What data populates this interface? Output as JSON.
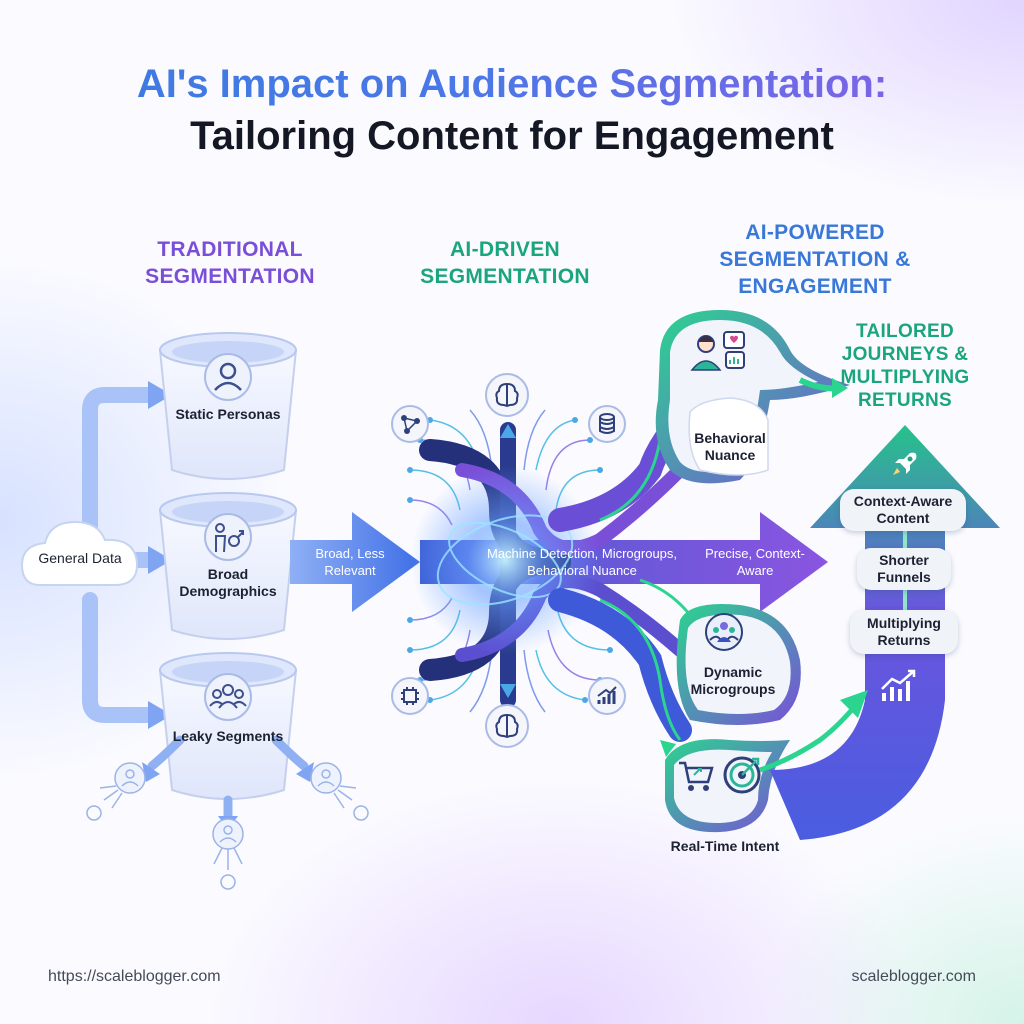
{
  "title": {
    "line1": "AI's Impact on Audience Segmentation:",
    "line2": "Tailoring Content for Engagement"
  },
  "columns": {
    "traditional": "TRADITIONAL SEGMENTATION",
    "ai_driven": "AI-DRIVEN SEGMENTATION",
    "ai_powered": "AI-POWERED SEGMENTATION & ENGAGEMENT",
    "tailored": "TAILORED JOURNEYS & MULTIPLYING RETURNS"
  },
  "source": {
    "label": "General Data"
  },
  "buckets": [
    {
      "label": "Static Personas",
      "icon": "person-icon"
    },
    {
      "label": "Broad Demographics",
      "icon": "gender-icon"
    },
    {
      "label": "Leaky Segments",
      "icon": "group-icon"
    }
  ],
  "arrows": {
    "left": "Broad, Less Relevant",
    "center": "Machine Detection, Microgroups, Behavioral Nuance",
    "right": "Precise, Context-Aware"
  },
  "hub_icons": [
    "brain-icon",
    "network-icon",
    "coins-icon",
    "circuit-icon",
    "growth-chart-icon",
    "brain-icon"
  ],
  "branches": [
    {
      "label": "Behavioral Nuance",
      "icons": [
        "user-chat-icon"
      ]
    },
    {
      "label": "Dynamic Microgroups",
      "icons": [
        "group-icon"
      ]
    },
    {
      "label": "Real-Time Intent",
      "icons": [
        "cart-icon",
        "target-icon"
      ]
    }
  ],
  "results": [
    "Context-Aware Content",
    "Shorter Funnels",
    "Multiplying Returns"
  ],
  "result_icons": [
    "rocket-icon",
    "bar-growth-icon"
  ],
  "colors": {
    "title_blue": "#3a7be0",
    "title_purple": "#8a5ee6",
    "heading_purple": "#7a4fd8",
    "heading_green": "#1aa57f",
    "heading_blue": "#3a78d8",
    "arrow_blue": "#4a78e8",
    "stream_navy": "#24307a",
    "stream_violet": "#7a4fd8",
    "stream_green": "#2bd48f"
  },
  "footer": {
    "left": "https://scaleblogger.com",
    "right": "scaleblogger.com"
  }
}
